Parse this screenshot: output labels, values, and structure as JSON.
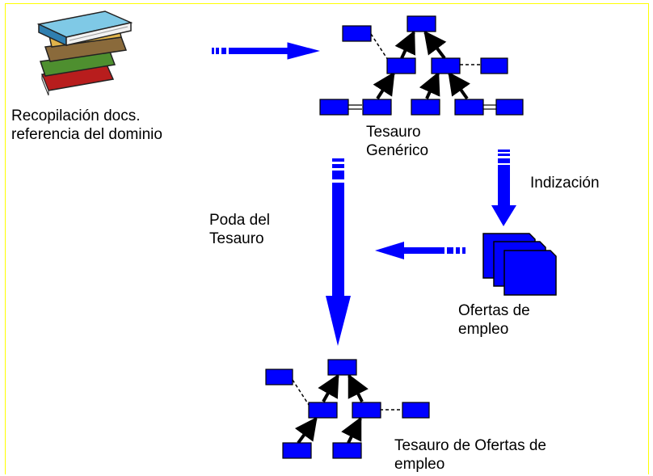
{
  "labels": {
    "source_docs": "Recopilación docs.\nreferencia del dominio",
    "generic_thesaurus": "Tesauro\nGenérico",
    "indexing": "Indización",
    "pruning": "Poda del\nTesauro",
    "job_offers": "Ofertas de\nempleo",
    "offers_thesaurus": "Tesauro de Ofertas de\nempleo"
  },
  "colors": {
    "node_fill": "#0000ff",
    "node_stroke": "#000000",
    "frame_border": "#ffff00",
    "arrow_fill": "#0000ff"
  },
  "icons": {
    "books": "books-stack-icon",
    "documents": "document-stack-icon"
  }
}
